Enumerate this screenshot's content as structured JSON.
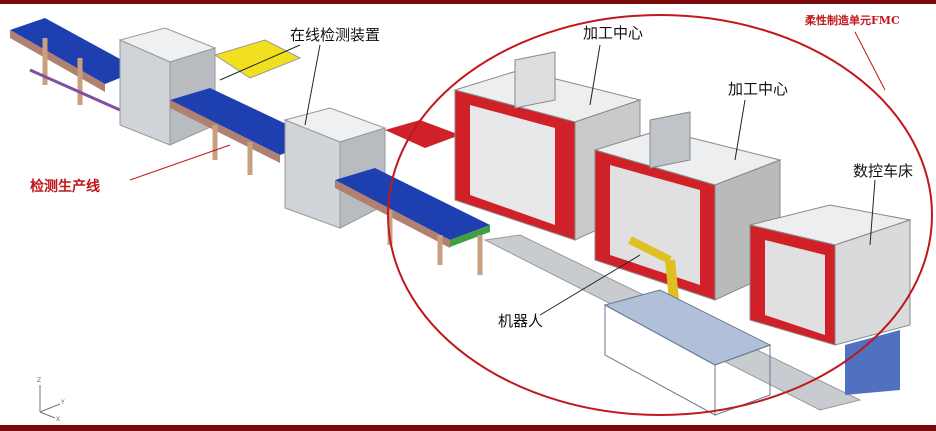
{
  "labels": {
    "inspection_device": "在线检测装置",
    "machining_center_1": "加工中心",
    "machining_center_2": "加工中心",
    "fmc": "柔性制造单元FMC",
    "inspection_line": "检测生产线",
    "cnc_lathe": "数控车床",
    "robot": "机器人"
  },
  "axes": {
    "z": "Z",
    "y": "Y",
    "x": "X"
  },
  "colors": {
    "frame": "#7a0a0a",
    "annotation": "#c0181c",
    "conveyor": "#1e3fb0",
    "machine": "#d8d8dc",
    "machine_front": "#c81e24"
  }
}
